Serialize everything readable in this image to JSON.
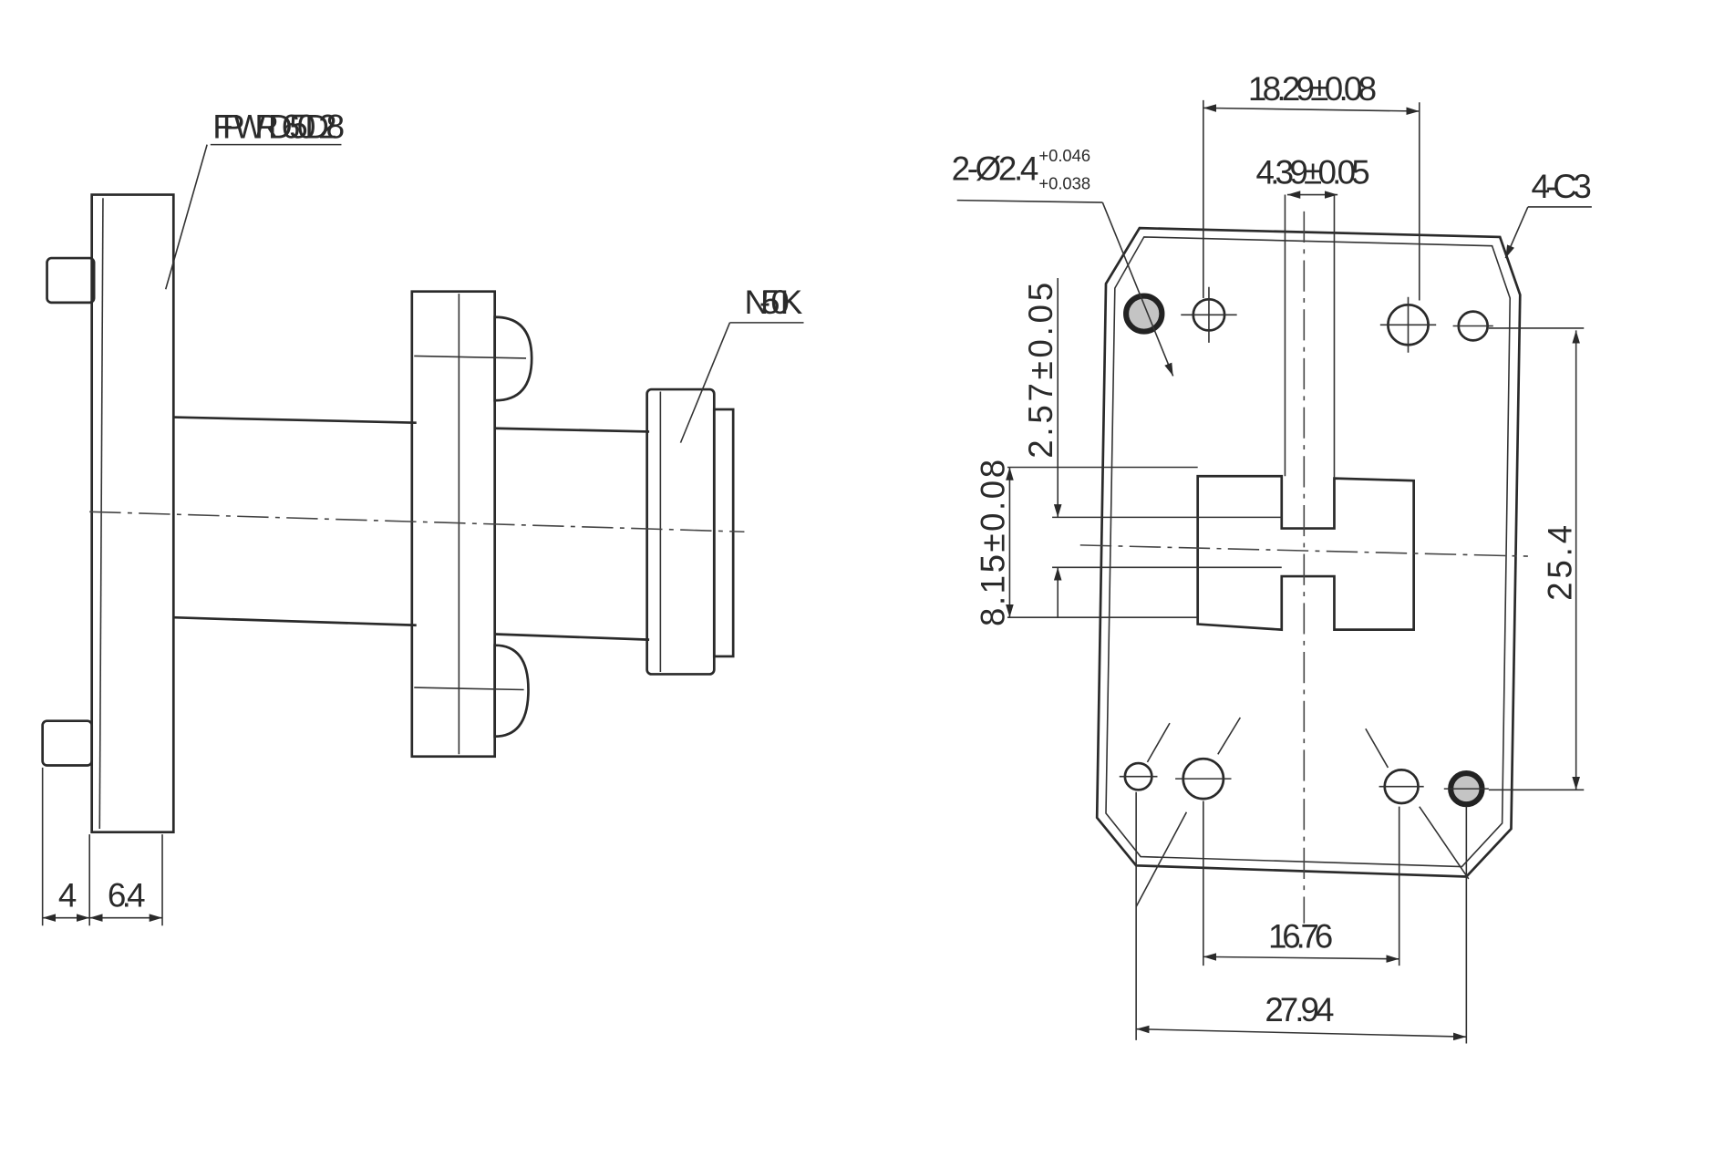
{
  "side_view": {
    "part_label": "FPWRD650D28",
    "connector_label": "N-50K",
    "dim_pin": "4",
    "dim_flange": "6.4"
  },
  "front_view": {
    "dim_hole_spacing_top": "18.29±0.08",
    "dim_ridge_width": "4.39±0.05",
    "hole_callout": "2-Ø2.4",
    "hole_tol_upper": "+0.046",
    "hole_tol_lower": "+0.038",
    "chamfer_callout": "4-C3",
    "dim_ridge_gap": "2.57±0.05",
    "dim_aperture_height": "8.15±0.08",
    "dim_hole_spacing_vertical": "25.4",
    "dim_hole_spacing_bottom": "16.76",
    "dim_outer_hole_spacing": "27.94"
  }
}
